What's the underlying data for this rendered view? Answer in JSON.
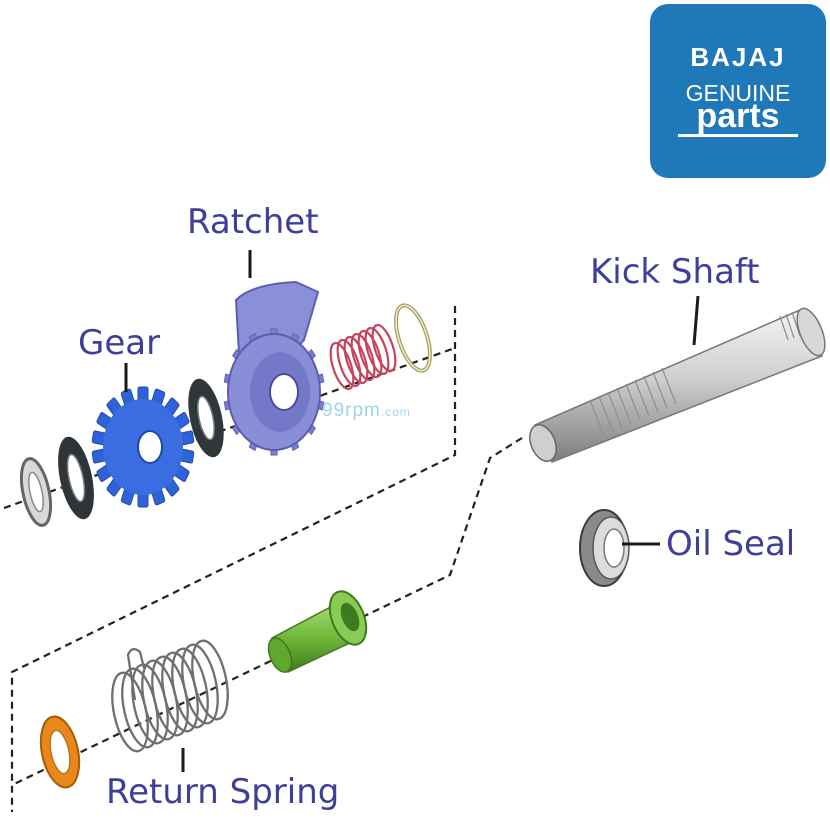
{
  "labels": {
    "ratchet": "Ratchet",
    "gear": "Gear",
    "kick_shaft": "Kick Shaft",
    "oil_seal": "Oil Seal",
    "return_spring": "Return Spring"
  },
  "logo": {
    "brand": "BAJAJ",
    "line1": "GENUINE",
    "line2": "parts"
  },
  "watermark": {
    "main": "99rpm",
    "suffix": ".com"
  },
  "colors": {
    "label_text": "#3d3f9a",
    "logo_bg": "#1f78b8",
    "gear": "#2f62d8",
    "ratchet": "#7b7fd0",
    "ratchet_spring": "#c8445a",
    "bush": "#6fb83a",
    "washer_orange": "#e8871a"
  }
}
